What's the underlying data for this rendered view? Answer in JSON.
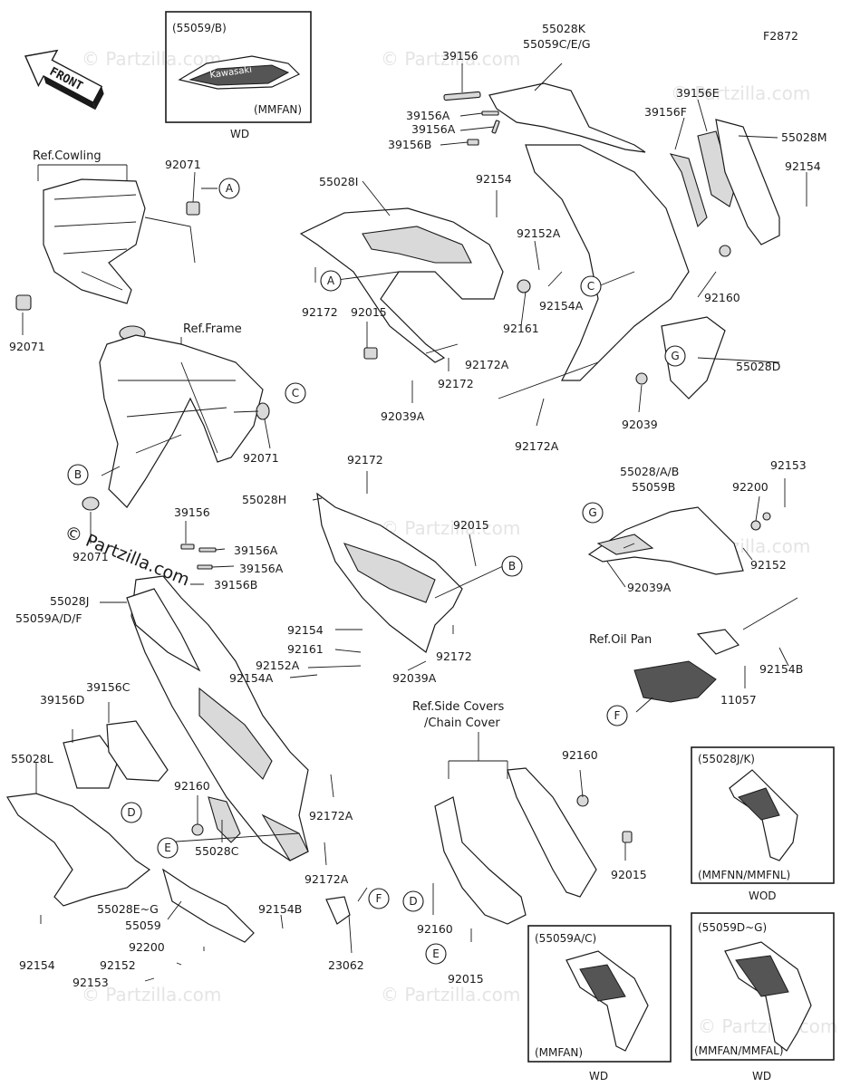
{
  "figure_code": "F2872",
  "front_label": "FRONT",
  "copyright": "© Partzilla.com",
  "watermark": "© Partzilla.com",
  "ref_labels": {
    "cowling": "Ref.Cowling",
    "frame": "Ref.Frame",
    "oil_pan": "Ref.Oil Pan",
    "side_covers_line1": "Ref.Side Covers",
    "side_covers_line2": "/Chain Cover"
  },
  "inset_boxes": {
    "top": {
      "title": "(55059/B)",
      "variant": "(MMFAN)",
      "caption": "WD",
      "logo_text": "Kawasaki"
    },
    "jk": {
      "title": "(55028J/K)",
      "variant": "(MMFNN/MMFNL)",
      "caption": "WOD"
    },
    "ac": {
      "title": "(55059A/C)",
      "variant": "(MMFAN)",
      "caption": "WD"
    },
    "dg": {
      "title": "(55059D~G)",
      "variant": "(MMFAN/MMFAL)",
      "caption": "WD"
    }
  },
  "callouts": [
    "A",
    "B",
    "C",
    "D",
    "E",
    "F",
    "G"
  ],
  "part_labels": {
    "p55028K": "55028K",
    "p55059CEG": "55059C/E/G",
    "p39156_top": "39156",
    "p39156A_1": "39156A",
    "p39156A_2": "39156A",
    "p39156B_top": "39156B",
    "p39156E": "39156E",
    "p39156F": "39156F",
    "p55028M": "55028M",
    "p92154_tr": "92154",
    "p92071_a": "92071",
    "p92071_b": "92071",
    "p92071_c": "92071",
    "p92071_d": "92071",
    "p55028I": "55028I",
    "p92154_t": "92154",
    "p92152A_t": "92152A",
    "p92172_t": "92172",
    "p92015_t": "92015",
    "p92161_t": "92161",
    "p92154A_t": "92154A",
    "p92160_t": "92160",
    "p92172_t2": "92172",
    "p92172A_t1": "92172A",
    "p92039A_t": "92039A",
    "p92039_t": "92039",
    "p92172A_t2": "92172A",
    "p55028D": "55028D",
    "p92172_m": "92172",
    "p55028H": "55028H",
    "p92015_m": "92015",
    "p39156_m": "39156",
    "p39156A_m1": "39156A",
    "p39156A_m2": "39156A",
    "p39156B_m": "39156B",
    "p55028J": "55028J",
    "p55059ADF": "55059A/D/F",
    "p92154_m": "92154",
    "p92161_m": "92161",
    "p92152A_m": "92152A",
    "p92154A_m": "92154A",
    "p92172_m2": "92172",
    "p92039A_m": "92039A",
    "p55028AB": "55028/A/B",
    "p55059B": "55059B",
    "p92200_r": "92200",
    "p92153_r": "92153",
    "p92152_r": "92152",
    "p92039A_r": "92039A",
    "p92154B_r": "92154B",
    "p11057": "11057",
    "p39156C": "39156C",
    "p39156D": "39156D",
    "p55028L": "55028L",
    "p92160_b": "92160",
    "p55028C": "55028C",
    "p92172A_b1": "92172A",
    "p92172A_b2": "92172A",
    "p92154_b": "92154",
    "p55028EG": "55028E~G",
    "p55059": "55059",
    "p92154B_b": "92154B",
    "p92200_b": "92200",
    "p92152_b": "92152",
    "p92153_b": "92153",
    "p23062": "23062",
    "p92160_sc": "92160",
    "p92015_sc": "92015",
    "p92160_sc2": "92160",
    "p92015_sc2": "92015"
  }
}
